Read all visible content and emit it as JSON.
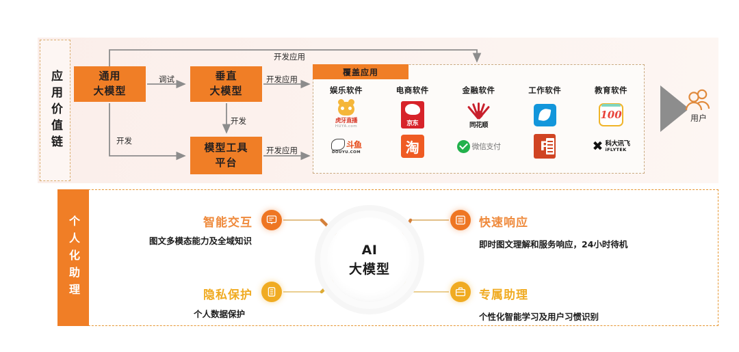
{
  "value_chain": {
    "side_label": "应用价值链",
    "nodes": {
      "general_model": "通用\n大模型",
      "general_model_l1": "通用",
      "general_model_l2": "大模型",
      "vertical_model_l1": "垂直",
      "vertical_model_l2": "大模型",
      "platform_l1": "模型工具",
      "platform_l2": "平台"
    },
    "arrow_labels": {
      "debug": "调试",
      "develop_app_top": "开发应用",
      "develop_app_vertical": "开发应用",
      "develop_from_general": "开发",
      "develop_from_vertical": "开发",
      "develop_app_platform": "开发应用"
    },
    "user": {
      "label": "用户",
      "icon": "users-icon"
    }
  },
  "applications": {
    "header": "覆盖应用",
    "columns": [
      {
        "category": "娱乐软件",
        "logos": [
          {
            "name": "huya-logo",
            "title": "虎牙直播",
            "subtitle": "HUYA.com"
          },
          {
            "name": "douyu-logo",
            "title": "斗鱼",
            "subtitle": "DOUYU.COM"
          }
        ]
      },
      {
        "category": "电商软件",
        "logos": [
          {
            "name": "jd-logo",
            "title": "京东",
            "subtitle": ""
          },
          {
            "name": "taobao-logo",
            "title": "淘",
            "subtitle": ""
          }
        ]
      },
      {
        "category": "金融软件",
        "logos": [
          {
            "name": "tonghuashun-logo",
            "title": "同花顺",
            "subtitle": ""
          },
          {
            "name": "wechat-pay-logo",
            "title": "微信支付",
            "subtitle": ""
          }
        ]
      },
      {
        "category": "工作软件",
        "logos": [
          {
            "name": "dingtalk-logo",
            "title": "",
            "subtitle": ""
          },
          {
            "name": "powerpoint-logo",
            "title": "P",
            "subtitle": ""
          }
        ]
      },
      {
        "category": "教育软件",
        "logos": [
          {
            "name": "hundred-score-logo",
            "title": "100",
            "subtitle": ""
          },
          {
            "name": "iflytek-logo",
            "title": "科大讯飞",
            "subtitle": "iFLYTEK"
          }
        ]
      }
    ]
  },
  "assistant": {
    "side_label": "个人化助理",
    "core": {
      "line1": "AI",
      "line2": "大模型"
    },
    "features": [
      {
        "id": "interact",
        "title": "智能交互",
        "desc": "图文多模态能力及全域知识",
        "icon": "chat-bubble-icon",
        "color": "#ee7623"
      },
      {
        "id": "response",
        "title": "快速响应",
        "desc": "即时图文理解和服务响应，24小时待机",
        "icon": "list-document-icon",
        "color": "#ee7623"
      },
      {
        "id": "privacy",
        "title": "隐私保护",
        "desc": "个人数据保护",
        "icon": "document-lock-icon",
        "color": "#f0ab22"
      },
      {
        "id": "assistant",
        "title": "专属助理",
        "desc": "个性化智能学习及用户习惯识别",
        "icon": "briefcase-icon",
        "color": "#f0ab22"
      }
    ]
  },
  "colors": {
    "orange": "#f07e26",
    "gold": "#f0ab22",
    "panel_bg": "#fbeeea",
    "arrow_gray": "#8c8c8c",
    "dashed_tan": "#c9a87e"
  }
}
